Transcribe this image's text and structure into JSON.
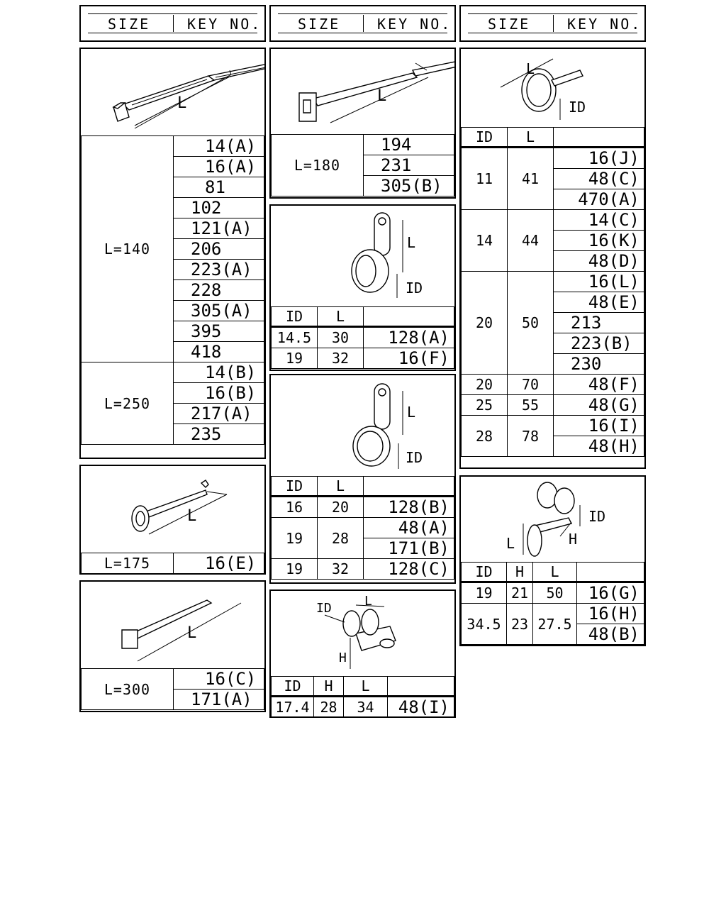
{
  "headers": [
    {
      "size": "SIZE",
      "key_no": "KEY NO."
    },
    {
      "size": "SIZE",
      "key_no": "KEY NO."
    },
    {
      "size": "SIZE",
      "key_no": "KEY NO."
    }
  ],
  "col1": {
    "tie1": {
      "dim": "L",
      "groups": [
        {
          "size": "L=140",
          "keys": [
            "14(A)",
            "16(A)",
            "81",
            "102",
            "121(A)",
            "206",
            "223(A)",
            "228",
            "305(A)",
            "395",
            "418"
          ]
        },
        {
          "size": "L=250",
          "keys": [
            "14(B)",
            "16(B)",
            "217(A)",
            "235"
          ]
        }
      ]
    },
    "tie2": {
      "dim": "L",
      "size": "L=175",
      "key": "16(E)"
    },
    "tie3": {
      "dim": "L",
      "size": "L=300",
      "keys": [
        "16(C)",
        "171(A)"
      ]
    }
  },
  "col2": {
    "tie": {
      "dim": "L",
      "size": "L=180",
      "keys": [
        "194",
        "231",
        "305(B)"
      ]
    },
    "clip1": {
      "dims": [
        "L",
        "ID"
      ],
      "headers": [
        "ID",
        "L"
      ],
      "rows": [
        {
          "id": "14.5",
          "l": "30",
          "key": "128(A)"
        },
        {
          "id": "19",
          "l": "32",
          "key": "16(F)"
        }
      ]
    },
    "clip2": {
      "dims": [
        "L",
        "ID"
      ],
      "headers": [
        "ID",
        "L"
      ],
      "rows": [
        {
          "id": "16",
          "l": "20",
          "keys": [
            "128(B)"
          ]
        },
        {
          "id": "19",
          "l": "28",
          "keys": [
            "48(A)",
            "171(B)"
          ]
        },
        {
          "id": "19",
          "l": "32",
          "keys": [
            "128(C)"
          ]
        }
      ]
    },
    "clip3": {
      "dims": [
        "ID",
        "L",
        "H"
      ],
      "headers": [
        "ID",
        "H",
        "L"
      ],
      "rows": [
        {
          "id": "17.4",
          "h": "28",
          "l": "34",
          "key": "48(I)"
        }
      ]
    }
  },
  "col3": {
    "clip1": {
      "dims": [
        "L",
        "ID"
      ],
      "headers": [
        "ID",
        "L"
      ],
      "rows": [
        {
          "id": "11",
          "l": "41",
          "keys": [
            "16(J)",
            "48(C)",
            "470(A)"
          ]
        },
        {
          "id": "14",
          "l": "44",
          "keys": [
            "14(C)",
            "16(K)",
            "48(D)"
          ]
        },
        {
          "id": "20",
          "l": "50",
          "keys": [
            "16(L)",
            "48(E)",
            "213",
            "223(B)",
            "230"
          ]
        },
        {
          "id": "20",
          "l": "70",
          "keys": [
            "48(F)"
          ]
        },
        {
          "id": "25",
          "l": "55",
          "keys": [
            "48(G)"
          ]
        },
        {
          "id": "28",
          "l": "78",
          "keys": [
            "16(I)",
            "48(H)"
          ]
        }
      ]
    },
    "clip2": {
      "dims": [
        "ID",
        "L",
        "H"
      ],
      "headers": [
        "ID",
        "H",
        "L"
      ],
      "rows": [
        {
          "id": "19",
          "h": "21",
          "l": "50",
          "keys": [
            "16(G)"
          ]
        },
        {
          "id": "34.5",
          "h": "23",
          "l": "27.5",
          "keys": [
            "16(H)",
            "48(B)"
          ]
        }
      ]
    }
  }
}
